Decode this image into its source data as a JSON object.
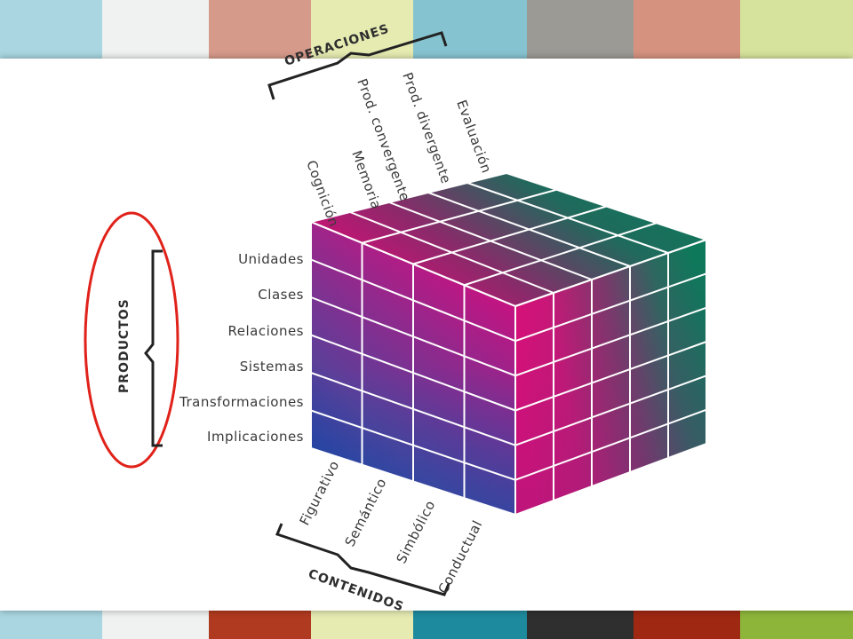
{
  "top_stripes": [
    "#a9d6e0",
    "#eff2f1",
    "#d69a8a",
    "#e6ebb2",
    "#86c3d0",
    "#9c9a95",
    "#d5927f",
    "#d6e39c"
  ],
  "bottom_stripes": [
    "#a9d6e0",
    "#eff2f1",
    "#b03a1f",
    "#e6ebb2",
    "#1e8a9e",
    "#2f2f2f",
    "#9e2812",
    "#8db53a"
  ],
  "operaciones": {
    "title": "OPERACIONES",
    "items": [
      "Cognición",
      "Memoria",
      "Prod. convergente",
      "Prod. divergente",
      "Evaluación"
    ]
  },
  "productos": {
    "title": "PRODUCTOS",
    "items": [
      "Unidades",
      "Clases",
      "Relaciones",
      "Sistemas",
      "Transformaciones",
      "Implicaciones"
    ]
  },
  "contenidos": {
    "title": "CONTENIDOS",
    "items": [
      "Figurativo",
      "Semántico",
      "Simbólico",
      "Conductual"
    ]
  },
  "colors": {
    "magenta": "#e2087a",
    "blue": "#1a4fa8",
    "green": "#0e7a5c",
    "highlight_circle": "#e0221a"
  }
}
